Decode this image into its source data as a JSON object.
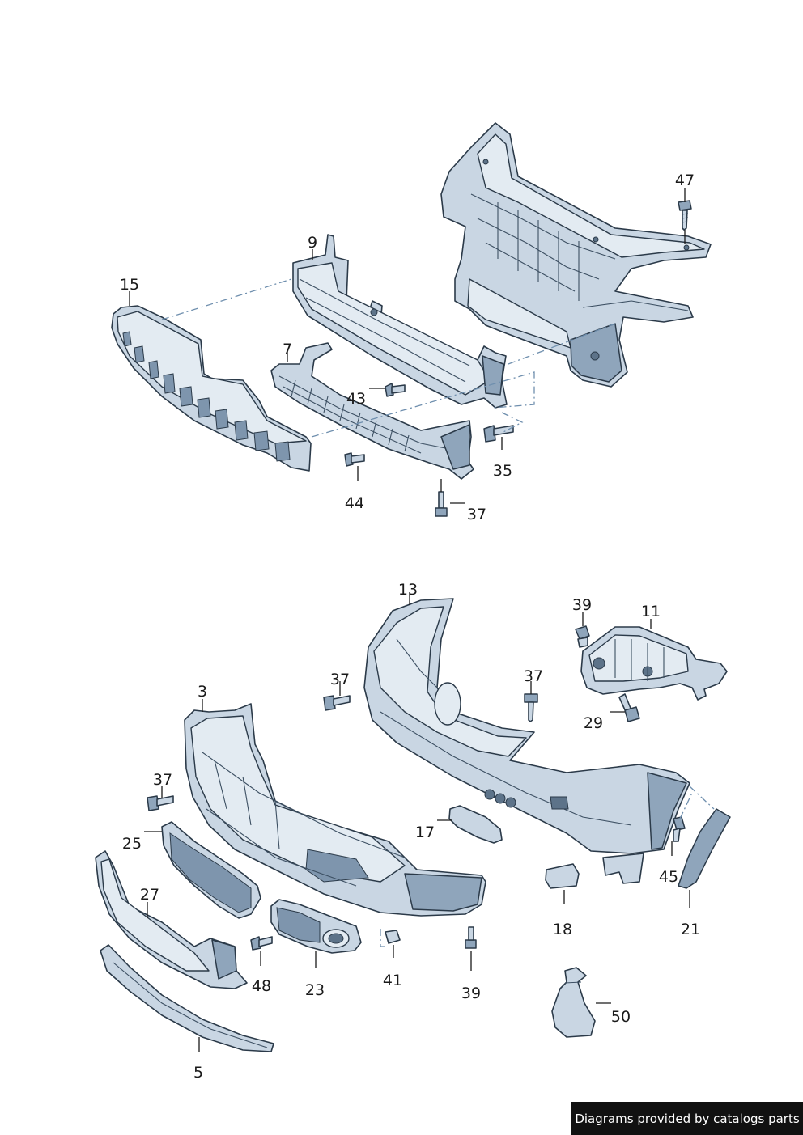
{
  "callouts": {
    "c47": "47",
    "c9": "9",
    "c15": "15",
    "c7": "7",
    "c43": "43",
    "c35": "35",
    "c44": "44",
    "c37a": "37",
    "c13": "13",
    "c39a": "39",
    "c11": "11",
    "c37b": "37",
    "c37c": "37",
    "c29": "29",
    "c3": "3",
    "c37d": "37",
    "c17": "17",
    "c25": "25",
    "c45": "45",
    "c27": "27",
    "c18": "18",
    "c21": "21",
    "c48": "48",
    "c23": "23",
    "c41": "41",
    "c39b": "39",
    "c50": "50",
    "c5": "5"
  },
  "credit": "Diagrams provided by catalogs parts",
  "colors": {
    "part_fill": "#c9d6e3",
    "outline": "#2b3a49",
    "leader": "#1a1a1a",
    "dashed_link": "#6f8fae"
  }
}
